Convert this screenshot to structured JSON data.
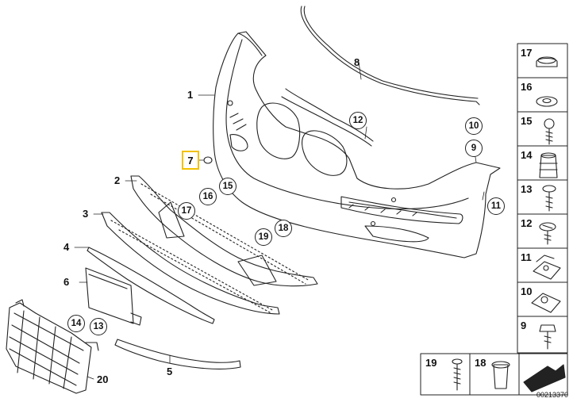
{
  "callouts": {
    "c1": "1",
    "c2": "2",
    "c3": "3",
    "c4": "4",
    "c5": "5",
    "c6": "6",
    "c8": "8",
    "c20": "20"
  },
  "circled": {
    "c9": "9",
    "c10": "10",
    "c11": "11",
    "c12": "12",
    "c13": "13",
    "c14": "14",
    "c15": "15",
    "c16": "16",
    "c17": "17",
    "c18": "18",
    "c19": "19"
  },
  "highlighted_callout": "7",
  "parts_column": {
    "items": [
      "17",
      "16",
      "15",
      "14",
      "13",
      "12",
      "11",
      "10",
      "9"
    ]
  },
  "parts_bottom": {
    "items": [
      "19",
      "18"
    ]
  },
  "diagram_number": "00213370",
  "highlight_color": "#f2c200"
}
